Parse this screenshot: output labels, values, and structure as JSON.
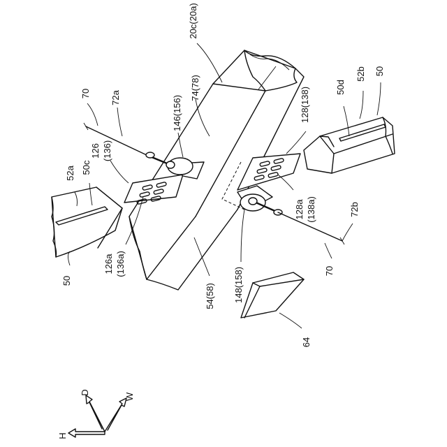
{
  "labels": {
    "ref_70_upper": "70",
    "ref_72a": "72a",
    "ref_146": "146(156)",
    "ref_74": "74(78)",
    "ref_20c": "20c(20a)",
    "ref_128": "128(138)",
    "ref_50d": "50d",
    "ref_52b": "52b",
    "ref_50_right": "50",
    "ref_52a": "52a",
    "ref_50c": "50c",
    "ref_126": "126",
    "ref_136": "(136)",
    "ref_128a": "128a",
    "ref_138a": "(138a)",
    "ref_72b": "72b",
    "ref_50_left": "50",
    "ref_126a": "126a",
    "ref_136a": "(136a)",
    "ref_148": "148(158)",
    "ref_70_lower": "70",
    "ref_54": "54(58)",
    "ref_64": "64"
  },
  "axes": {
    "d": "D",
    "w": "W",
    "h": "H"
  }
}
